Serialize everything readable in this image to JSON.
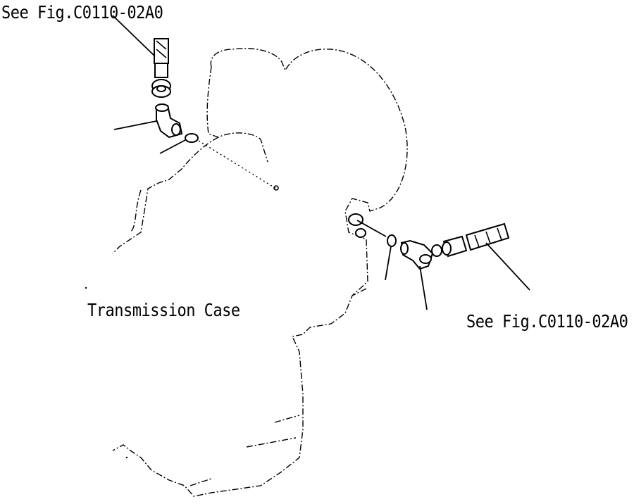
{
  "labels": {
    "ref_top": "See Fig.C0110-02A0",
    "ref_right": "See Fig.C0110-02A0",
    "case": "Transmission Case"
  }
}
